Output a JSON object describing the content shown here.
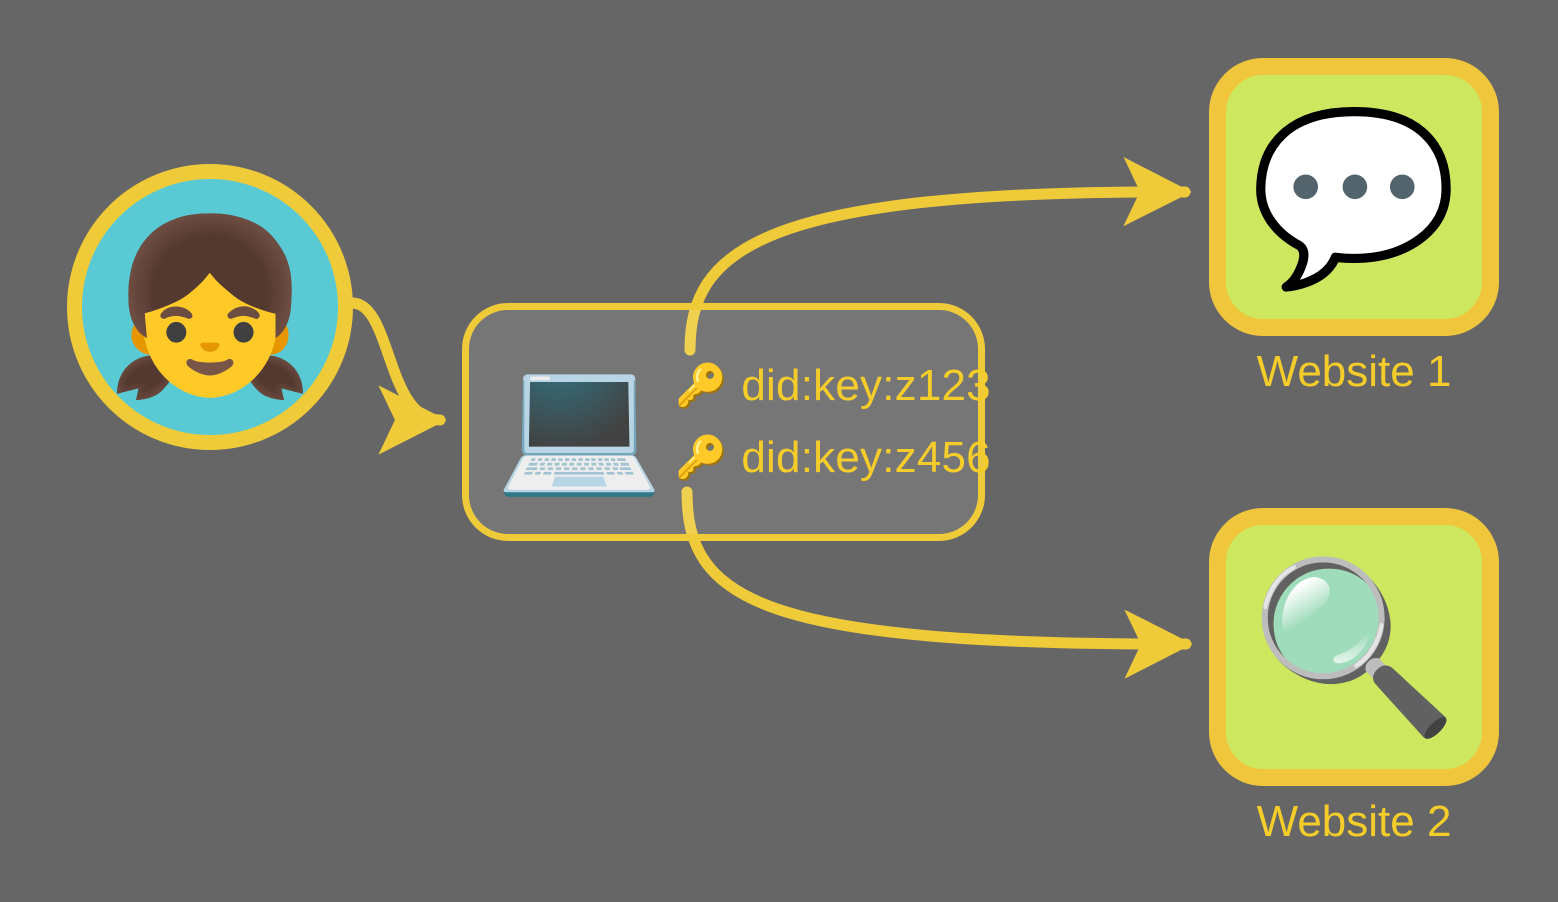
{
  "diagram": {
    "background_color": "#666666",
    "accent_color": "#efcb3a",
    "label_color": "#f5cd2b",
    "card_fill_color": "#cde85f",
    "avatar_fill_color": "#59cad4"
  },
  "user": {
    "icon": "girl-emoji",
    "glyph": "👧"
  },
  "device": {
    "icon": "laptop-emoji",
    "glyph": "💻",
    "keys": [
      {
        "icon": "key-emoji",
        "glyph": "🔑",
        "label": "did:key:z123"
      },
      {
        "icon": "key-emoji",
        "glyph": "🔑",
        "label": "did:key:z456"
      }
    ]
  },
  "sites": [
    {
      "label": "Website 1",
      "icon": "speech-balloon-emoji",
      "glyph": "💬"
    },
    {
      "label": "Website 2",
      "icon": "magnifying-glass-emoji",
      "glyph": "🔍"
    }
  ]
}
